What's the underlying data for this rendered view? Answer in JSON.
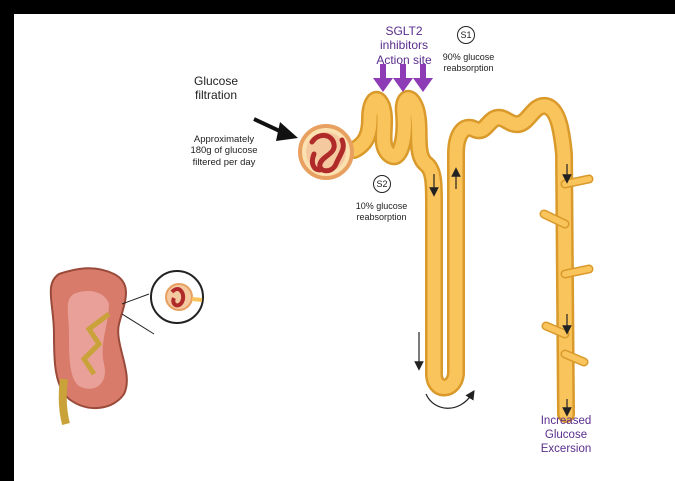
{
  "labels": {
    "sglt2": [
      "SGLT2",
      "inhibitors",
      "Action site"
    ],
    "glucose_filtration": [
      "Glucose",
      "filtration"
    ],
    "filtered": [
      "Approximately",
      "180g of glucose",
      "filtered per day"
    ],
    "s1_badge": "S1",
    "s1_text": [
      "90% glucose",
      "reabsorption"
    ],
    "s2_badge": "S2",
    "s2_text": [
      "10% glucose",
      "reabsorption"
    ],
    "excretion": [
      "Increased",
      "Glucose",
      "Excersion"
    ]
  },
  "colors": {
    "tubule_fill": "#f9c45c",
    "tubule_outline": "#d99a2b",
    "glomerulus": "#b02a2a",
    "capsule": "#e8a060",
    "arrow_purple": "#8e3cb5",
    "text_purple": "#5a2d8c",
    "kidney": "#d97b6a",
    "kidney_medulla": "#c9a23a"
  }
}
